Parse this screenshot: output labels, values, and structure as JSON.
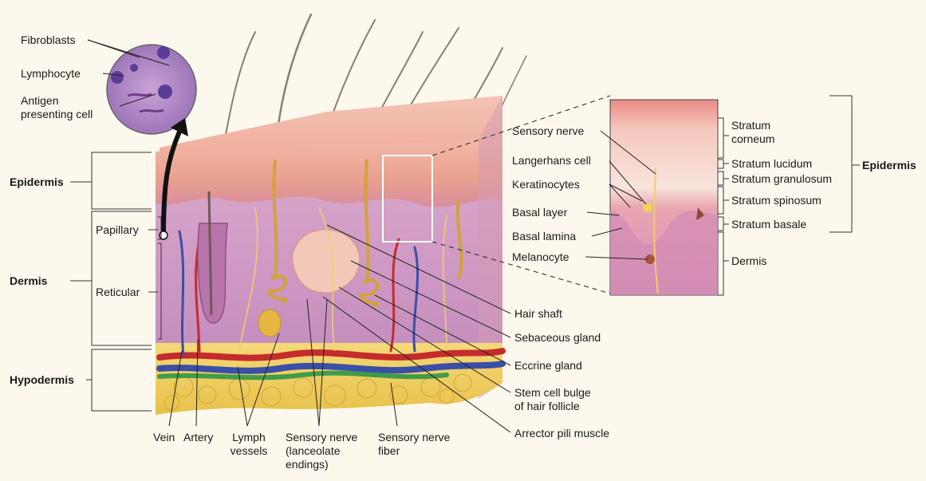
{
  "layers": {
    "epidermis": "Epidermis",
    "dermis": "Dermis",
    "hypodermis": "Hypodermis",
    "papillary": "Papillary",
    "reticular": "Reticular"
  },
  "inset_circle": {
    "fibroblasts": "Fibroblasts",
    "lymphocyte": "Lymphocyte",
    "antigen_presenting_cell": "Antigen\npresenting cell"
  },
  "inset_epidermis": {
    "sensory_nerve": "Sensory nerve",
    "langerhans_cell": "Langerhans cell",
    "keratinocytes": "Keratinocytes",
    "basal_layer": "Basal layer",
    "basal_lamina": "Basal lamina",
    "melanocyte": "Melanocyte",
    "stratum_corneum": "Stratum\ncorneum",
    "stratum_lucidum": "Stratum lucidum",
    "stratum_granulosum": "Stratum granulosum",
    "stratum_spinosum": "Stratum spinosum",
    "stratum_basale": "Stratum basale",
    "dermis": "Dermis",
    "epidermis": "Epidermis"
  },
  "structures": {
    "hair_shaft": "Hair shaft",
    "sebaceous_gland": "Sebaceous gland",
    "eccrine_gland": "Eccrine gland",
    "stem_cell_bulge": "Stem cell bulge\nof hair follicle",
    "arrector_pili": "Arrector pili muscle"
  },
  "bottom_labels": {
    "vein": "Vein",
    "artery": "Artery",
    "lymph_vessels": "Lymph\nvessels",
    "sensory_nerve_lanceolate": "Sensory nerve\n(lanceolate\nendings)",
    "sensory_nerve_fiber": "Sensory nerve\nfiber"
  }
}
